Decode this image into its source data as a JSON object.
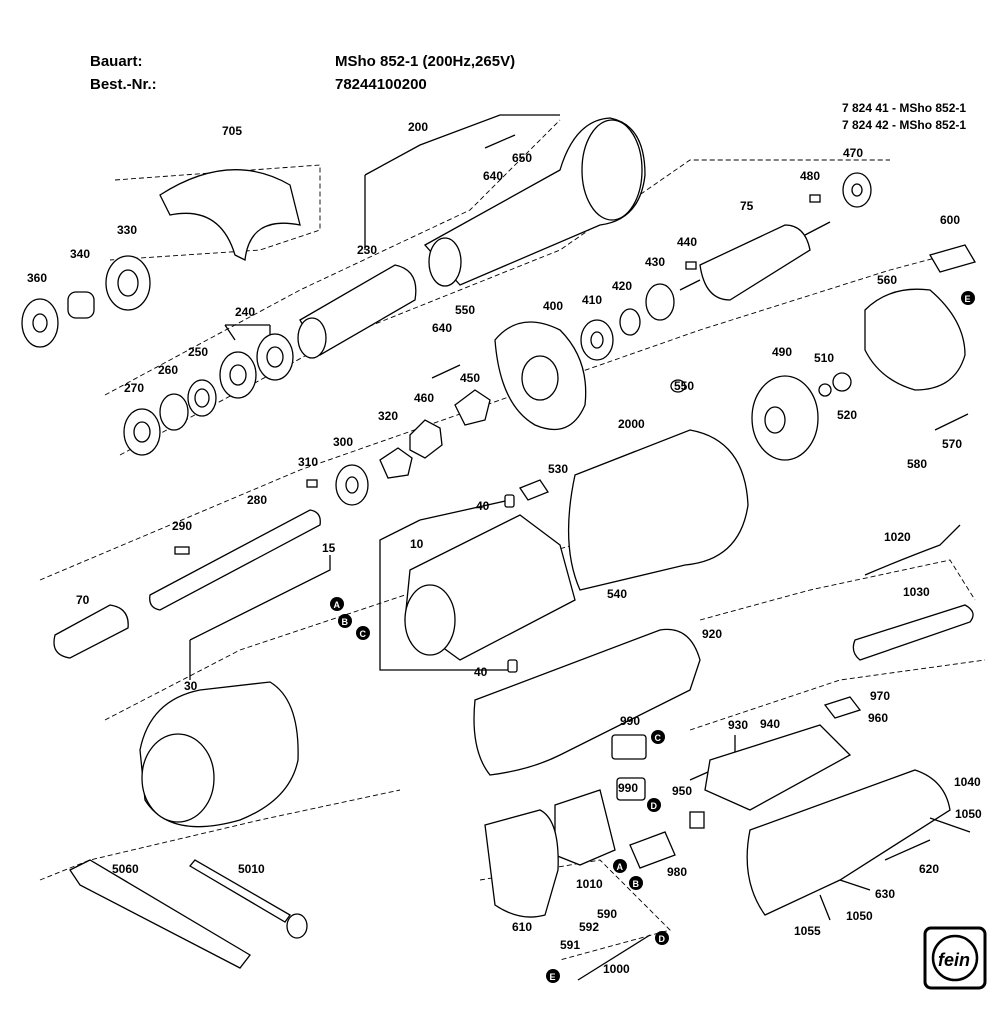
{
  "header": {
    "bauart_label": "Bauart:",
    "bauart_value": "MSho 852-1 (200Hz,265V)",
    "bestnr_label": "Best.-Nr.:",
    "bestnr_value": "78244100200",
    "models": [
      "7 824 41 - MSho 852-1",
      "7 824 42 - MSho 852-1"
    ]
  },
  "parts": [
    "705",
    "200",
    "650",
    "640",
    "230",
    "330",
    "340",
    "360",
    "240",
    "250",
    "270",
    "260",
    "550",
    "400",
    "410",
    "420",
    "430",
    "440",
    "75",
    "480",
    "470",
    "600",
    "560",
    "450",
    "460",
    "320",
    "300",
    "310",
    "280",
    "290",
    "15",
    "10",
    "40",
    "530",
    "2000",
    "490",
    "510",
    "520",
    "570",
    "580",
    "70",
    "30",
    "540",
    "920",
    "1020",
    "1030",
    "970",
    "960",
    "940",
    "930",
    "990",
    "950",
    "1040",
    "1050",
    "620",
    "630",
    "1010",
    "980",
    "610",
    "590",
    "592",
    "591",
    "1000",
    "1055",
    "5060",
    "5010"
  ],
  "markers": [
    "A",
    "B",
    "C",
    "D",
    "E"
  ],
  "logo": {
    "icon": "fein-logo-icon",
    "text": "fein"
  }
}
